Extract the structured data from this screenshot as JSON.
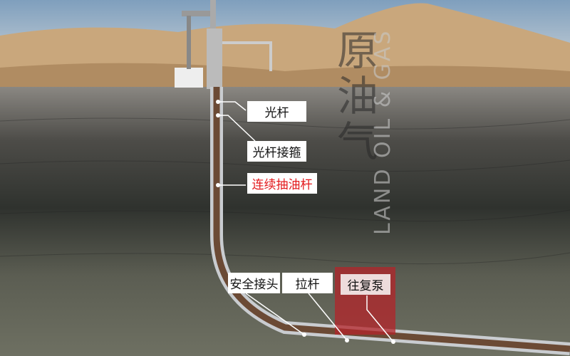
{
  "labels": {
    "polished_rod": "光杆",
    "polished_rod_coupling": "光杆接箍",
    "continuous_sucker_rod": "连续抽油杆",
    "safety_joint": "安全接头",
    "pull_rod": "拉杆",
    "reciprocating_pump": "往复泵"
  },
  "watermark": {
    "chinese": "原油气",
    "english": "LAND OIL & GAS"
  },
  "colors": {
    "highlight_label": "#e3191c",
    "sand": "#c9a77c",
    "sky": "#8fb0cc"
  }
}
